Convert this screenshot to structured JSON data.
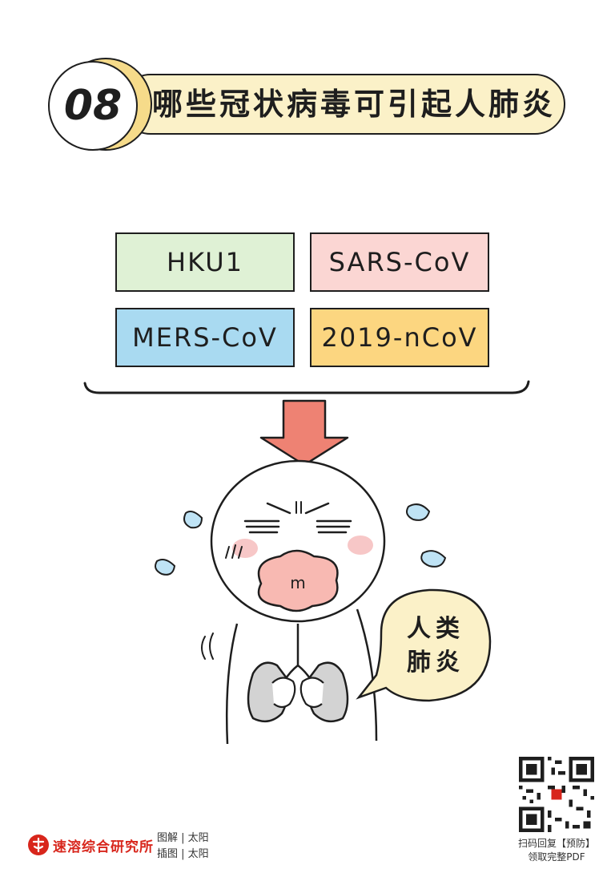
{
  "header": {
    "number": "08",
    "title": "哪些冠状病毒可引起人肺炎"
  },
  "viruses": [
    {
      "label": "HKU1",
      "color": "#dff1d5"
    },
    {
      "label": "SARS-CoV",
      "color": "#fbd6d3"
    },
    {
      "label": "MERS-CoV",
      "color": "#a9daf1"
    },
    {
      "label": "2019-nCoV",
      "color": "#fcd680"
    }
  ],
  "bubble": {
    "line1": "人类",
    "line2": "肺炎"
  },
  "face": {
    "mouth_letter": "m"
  },
  "colors": {
    "arrow": "#ee8273",
    "lips": "#f8b9b2",
    "cheek": "#f7c7c7",
    "lungs": "#d3d3d3",
    "bubble": "#fbf1c8",
    "tears": "#bfe3f5",
    "header_bg": "#fbf1c8",
    "header_accent": "#f6db8a",
    "logo": "#d8261c"
  },
  "footer": {
    "logo_text": "速溶综合研究所",
    "credit_1": "图解 | 太阳",
    "credit_2": "插图 | 太阳",
    "qr_line1": "扫码回复【预防】",
    "qr_line2": "领取完整PDF"
  }
}
